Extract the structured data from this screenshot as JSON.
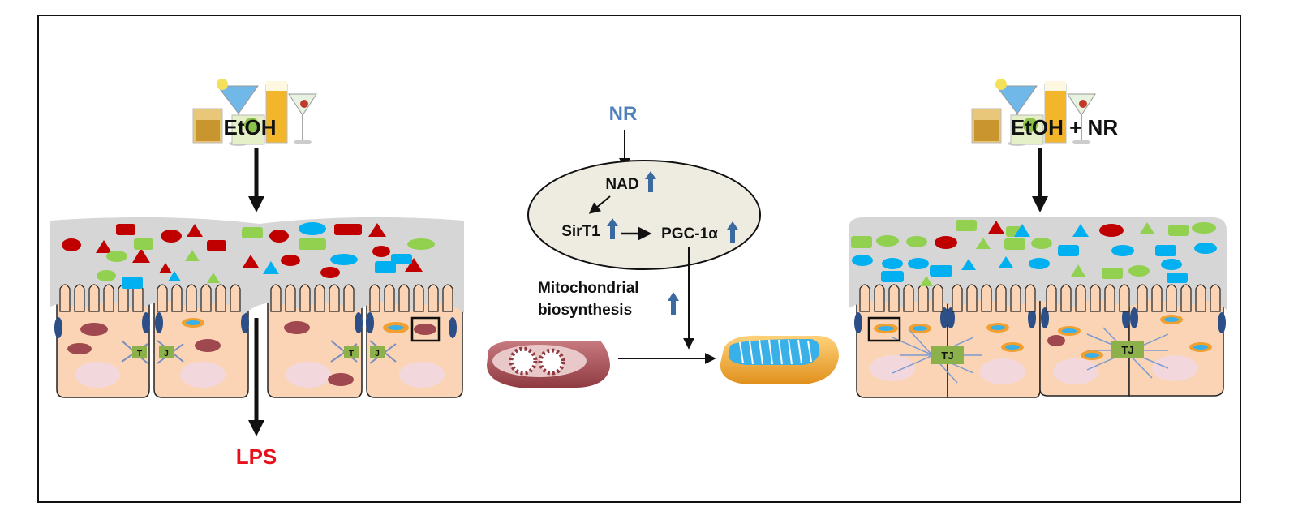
{
  "panel_left": {
    "treatment_label": "EtOH",
    "output_label": "LPS",
    "junction_labels": [
      "T",
      "J",
      "T",
      "J"
    ]
  },
  "pathway": {
    "input_label": "NR",
    "nad_label": "NAD",
    "sirt1_label": "SirT1",
    "pgc_label": "PGC-1α",
    "mito_label_line1": "Mitochondrial",
    "mito_label_line2": "biosynthesis"
  },
  "panel_right": {
    "treatment_label": "EtOH + NR",
    "junction_labels": [
      "TJ",
      "TJ"
    ]
  },
  "colors": {
    "lps_red": "#e8101a",
    "nr_blue": "#4f81bd",
    "up_arrow_blue": "#3a6aa0",
    "mucus_gray": "#d6d6d6",
    "cell_peach": "#fad4b4",
    "red_marker": "#c00000",
    "green_marker": "#92d050",
    "blue_marker": "#00b0f0",
    "damaged_mito": "#b0585e",
    "healthy_mito_shell": "#f0a030",
    "healthy_mito_cristae": "#3ab0e8",
    "ellipse_fill": "#eeece1"
  }
}
